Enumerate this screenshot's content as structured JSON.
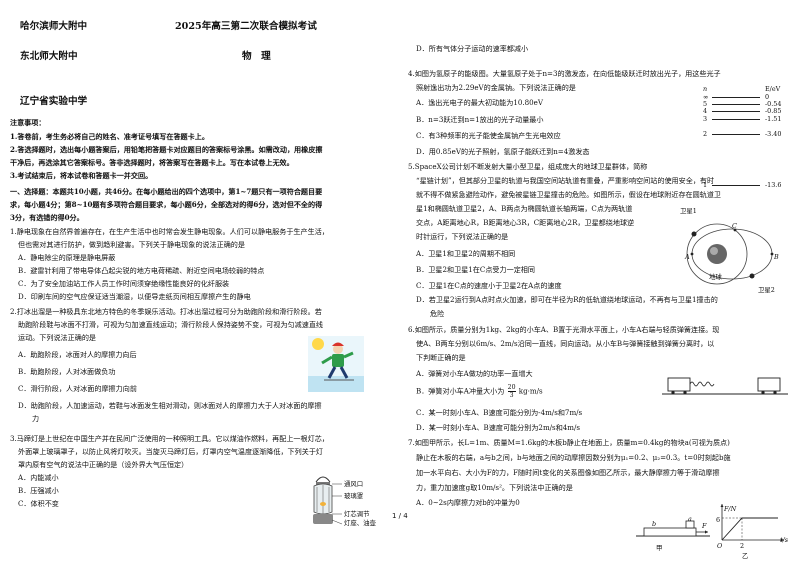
{
  "header": {
    "school1": "哈尔滨师大附中",
    "school2": "东北师大附中",
    "school3": "辽宁省实验中学",
    "exam_title": "2025年高三第二次联合模拟考试",
    "subject": "物　理"
  },
  "notice": {
    "title": "注意事项：",
    "item1": "1.答卷前，考生务必将自己的姓名、准考证号填写在答题卡上。",
    "item2a": "2.答选择题时，选出每小题答案后，用铅笔把答题卡对应题目的答案标号涂黑。如需改动，用橡皮擦",
    "item2b": "干净后，再选涂其它答案标号。答非选择题时，将答案写在答题卡上。写在本试卷上无效。",
    "item3": "3.考试结束后，将本试卷和答题卡一并交回。"
  },
  "section1": {
    "l1": "一、选择题：本题共10小题，共46分。在每小题给出的四个选项中，第1~7题只有一项符合题目要",
    "l2": "求，每小题4分；第8~10题有多项符合题目要求，每小题6分，全部选对的得6分，选对但不全的得",
    "l3": "3分，有选错的得0分。"
  },
  "q1": {
    "stem1": "1.静电现象在自然界普遍存在，在生产生活中也时常会发生静电现象。人们可以静电服务于生产生活，",
    "stem2": "但也需对其进行防护，做到趋利避害。下列关于静电现象的说法正确的是",
    "A": "A．静电除尘的原理是静电屏蔽",
    "B": "B．避雷针利用了带电导体凸起尖锐的地方电荷稀疏、附近空间电场较弱的特点",
    "C": "C．为了安全加油站工作人员工作时间须穿绝缘性能良好的化纤服装",
    "D": "D．印刷车间的空气应保证适当潮湿，以便导走纸页间相互摩擦产生的静电"
  },
  "q2": {
    "stem1": "2.打冰出溜是一种极具东北地方特色的冬季娱乐活动。打冰出溜过程可分为助跑阶段和滑行阶段。若",
    "stem2": "助跑阶段鞋与冰面不打滑，可视为匀加速直线运动；滑行阶段人保持姿势不变，可视为匀减速直线",
    "stem3": "运动。下列说法正确的是",
    "A": "A．助跑阶段，冰面对人的摩擦力向后",
    "B": "B．助跑阶段，人对冰面做负功",
    "C": "C．滑行阶段，人对冰面的摩擦力向前",
    "D1": "D．助跑阶段，人加速运动，若鞋与冰面发生相对滑动，则冰面对人的摩擦力大于人对冰面的摩擦",
    "D2": "力"
  },
  "q3": {
    "stem1": "3.马蹄灯是上世纪在中国生产并在民间广泛使用的一种照明工具。它以煤油作燃料，再配上一根灯芯，",
    "stem2": "外面罩上玻璃罩子，以防止风将灯吹灭。当旋灭马蹄灯后，灯罩内空气温度逐渐降低，下列关于灯",
    "stem3": "罩内原有空气的说法中正确的是（设外界大气压恒定）",
    "A": "A．内能减小",
    "B": "B．压强减小",
    "C": "C．体积不变",
    "lamp_labels": [
      "通风口",
      "玻璃罩",
      "灯芯调节",
      "灯座、油壶"
    ]
  },
  "q3D": "D．所有气体分子运动的速率都减小",
  "q4": {
    "stem1": "4.如图为氢原子的能级图。大量氢原子处于n=3的激发态，在向低能级跃迁时放出光子，用这些光子",
    "stem2": "照射逸出功为2.29eV的金属钠。下列说法正确的是",
    "A": "A．逸出光电子的最大初动能为10.80eV",
    "B": "B．n=3跃迁到n=1放出的光子动量最小",
    "C": "C．有3种频率的光子能使金属钠产生光电效应",
    "D": "D．用0.85eV的光子照射，氢原子能跃迁到n=4激发态",
    "axis_n": "n",
    "axis_E": "E/eV",
    "levels": [
      {
        "n": "∞",
        "E": "0"
      },
      {
        "n": "5",
        "E": "-0.54"
      },
      {
        "n": "4",
        "E": "-0.85"
      },
      {
        "n": "3",
        "E": "-1.51"
      },
      {
        "n": "2",
        "E": "-3.40"
      },
      {
        "n": "1",
        "E": "-13.6"
      }
    ]
  },
  "q5": {
    "stem1": "5.SpaceX公司计划不断发射大量小型卫星，组成庞大的地球卫星群体，简称",
    "stem2": "“星链计划”，但其部分卫星的轨道与我国空间站轨道有重叠，严重影响空间站的使用安全，有时",
    "stem3": "就不得不做紧急避险动作，避免被星链卫星撞击的危险。如图所示，假设在地球附近存在圆轨道卫",
    "stem4": "星1和椭圆轨道卫星2，A、B两点为椭圆轨道长轴两端，C点为两轨道",
    "stem5": "交点，A距离地心R，B距离地心3R，C距离地心2R，卫星都绕地球逆",
    "stem6": "时针运行，下列说法正确的是",
    "A": "A．卫星1和卫星2的周期不相同",
    "B": "B．卫星2和卫星1在C点受力一定相同",
    "C": "C．卫星1在C点的速度小于卫星2在A点的速度",
    "D1": "D．若卫星2运行到A点时点火加速，即可在半径为R的低轨道绕地球运动，不再有与卫星1撞击的",
    "D2": "危险",
    "labels": {
      "sat1": "卫星1",
      "sat2": "卫星2",
      "earth": "地球",
      "A": "A",
      "B": "B",
      "C": "C"
    }
  },
  "q6": {
    "stem1": "6.如图所示，质量分别为1kg、2kg的小车A、B置于光滑水平面上，小车A右端与轻质弹簧连接。现",
    "stem2": "使A、B两车分别以6m/s、2m/s沿同一直线，同向运动。从小车B与弹簧接触到弹簧分离时，以",
    "stem3": "下判断正确的是",
    "A": "A．弹簧对小车A做功的功率一直增大",
    "B_pre": "B．弹簧对小车A冲量大小为",
    "B_num": "20",
    "B_den": "3",
    "B_post": "kg·m/s",
    "C": "C．某一时刻小车A、B速度可能分别为-4m/s和7m/s",
    "D": "D．某一时刻小车A、B速度可能分别为2m/s和4m/s",
    "carA": "A",
    "carB": "B"
  },
  "q7": {
    "stem1": "7.如图甲所示，长L=1m、质量M=1.6kg的木板b静止在地面上，质量m=0.4kg的物块a(可视为质点)",
    "stem2": "静止在木板的右端，a与b之间，b与地面之间的动摩擦因数分别为μ₁=0.2、μ₂=0.3。t=0时刻起b施",
    "stem3": "加一水平向右、大小为F的力，F随时间t变化的关系图像如图乙所示，最大静摩擦力等于滑动摩擦",
    "stem4": "力，重力加速度g取10m/s²。下列说法中正确的是",
    "A": "A．0~2s内摩擦力对b的冲量为0",
    "fig_jia": "甲",
    "fig_yi": "乙",
    "label_a": "a",
    "label_b": "b",
    "label_F": "F",
    "axis_F": "F/N",
    "axis_t": "t/s",
    "tick_6": "6",
    "tick_2": "2",
    "origin": "O"
  },
  "footer": {
    "page": "1 / 4"
  }
}
